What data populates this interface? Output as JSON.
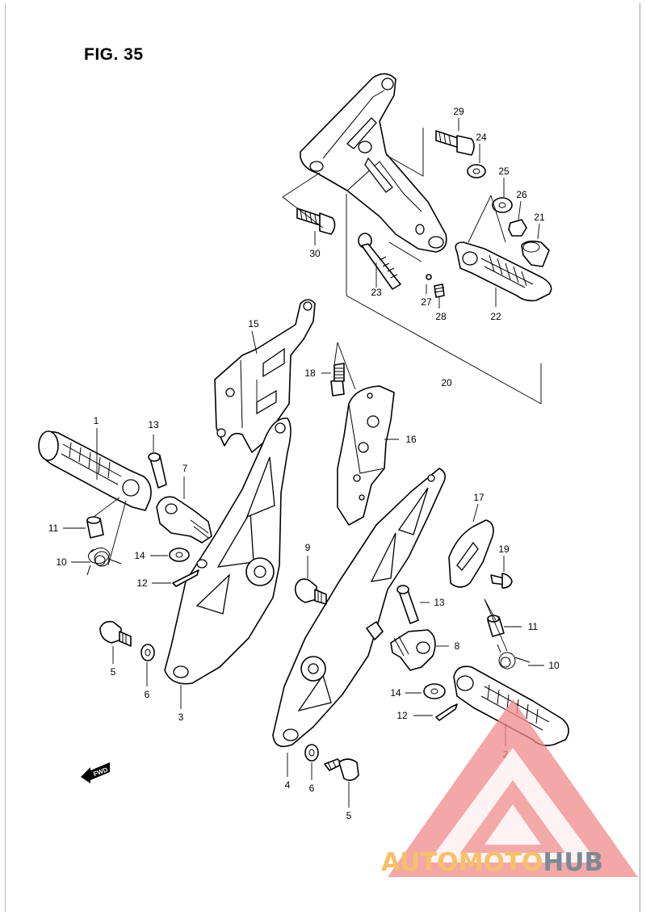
{
  "figure": {
    "title": "FIG. 35"
  },
  "direction_tag": "FWD",
  "callouts": [
    {
      "id": "c1",
      "label": "1"
    },
    {
      "id": "c2",
      "label": "2"
    },
    {
      "id": "c3",
      "label": "3"
    },
    {
      "id": "c4",
      "label": "4"
    },
    {
      "id": "c5a",
      "label": "5"
    },
    {
      "id": "c5b",
      "label": "5"
    },
    {
      "id": "c6a",
      "label": "6"
    },
    {
      "id": "c6b",
      "label": "6"
    },
    {
      "id": "c7",
      "label": "7"
    },
    {
      "id": "c8",
      "label": "8"
    },
    {
      "id": "c9",
      "label": "9"
    },
    {
      "id": "c10a",
      "label": "10"
    },
    {
      "id": "c10b",
      "label": "10"
    },
    {
      "id": "c11a",
      "label": "11"
    },
    {
      "id": "c11b",
      "label": "11"
    },
    {
      "id": "c12a",
      "label": "12"
    },
    {
      "id": "c12b",
      "label": "12"
    },
    {
      "id": "c13a",
      "label": "13"
    },
    {
      "id": "c13b",
      "label": "13"
    },
    {
      "id": "c14a",
      "label": "14"
    },
    {
      "id": "c14b",
      "label": "14"
    },
    {
      "id": "c15",
      "label": "15"
    },
    {
      "id": "c16",
      "label": "16"
    },
    {
      "id": "c17",
      "label": "17"
    },
    {
      "id": "c18",
      "label": "18"
    },
    {
      "id": "c19",
      "label": "19"
    },
    {
      "id": "c20",
      "label": "20"
    },
    {
      "id": "c21",
      "label": "21"
    },
    {
      "id": "c22",
      "label": "22"
    },
    {
      "id": "c23",
      "label": "23"
    },
    {
      "id": "c24",
      "label": "24"
    },
    {
      "id": "c25",
      "label": "25"
    },
    {
      "id": "c26",
      "label": "26"
    },
    {
      "id": "c27",
      "label": "27"
    },
    {
      "id": "c28",
      "label": "28"
    },
    {
      "id": "c29",
      "label": "29"
    },
    {
      "id": "c30",
      "label": "30"
    }
  ],
  "watermark": {
    "text_part1": "AUTOMOTO",
    "text_part2": "HUB",
    "color_primary": "#f08a8a",
    "color_accent": "#f6c06a",
    "color_secondary": "#7d8a95"
  }
}
